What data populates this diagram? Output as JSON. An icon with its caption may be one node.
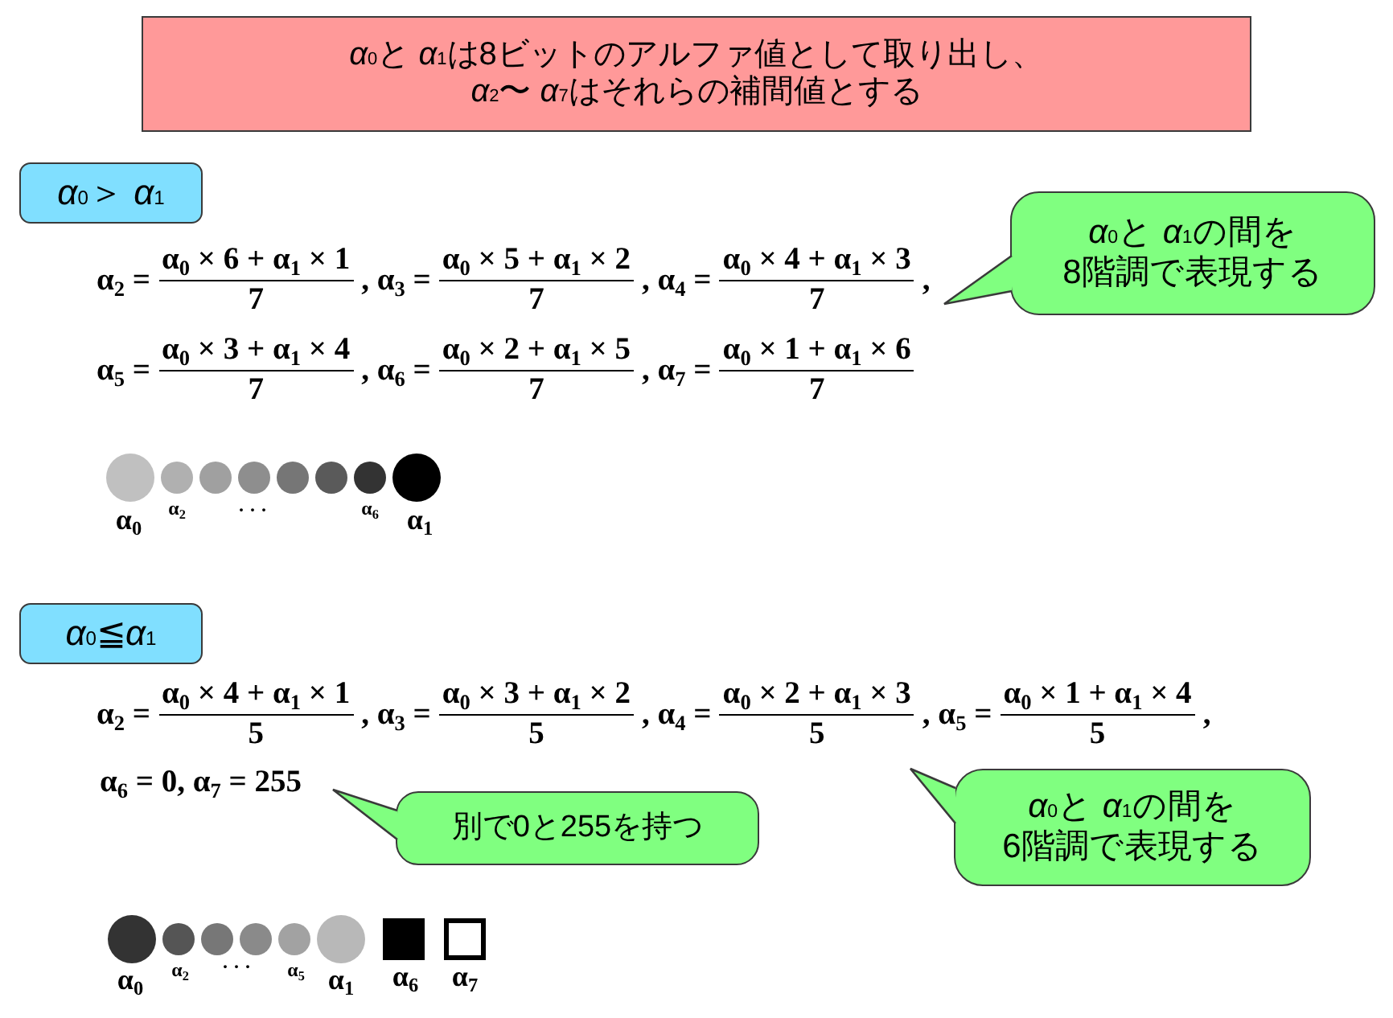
{
  "diagram": {
    "nodes": [
      {
        "text": [
          "*α*$_{0}$と *α*$_{1}$は8ビットのアルファ値として取り出し、*α*$_{2}$〜 *α*$_{7}$はそれらの補間値とする"
        ]
      },
      {
        "text": [
          "*α*$_{0}$＞ *α*$_{1}$"
        ]
      },
      {
        "text": [
          "*α*$_{0}$と *α*$_{1}$の間を8階調で表現する"
        ]
      },
      {
        "text": [
          "*α*$_{0}$≦*α*$_{1}$"
        ]
      },
      {
        "text": [
          "別で0と255を持つ"
        ]
      },
      {
        "text": [
          "*α*$_{0}$と *α*$_{1}$の間を6階調で表現する"
        ]
      }
    ],
    "edges": [
      {
        "from": 2,
        "to": null,
        "arrow": "to"
      },
      {
        "from": 4,
        "to": null,
        "arrow": "to"
      },
      {
        "from": 5,
        "to": null,
        "arrow": "to"
      }
    ],
    "labels": [
      "α$_{2}$ =",
      "α$_{0}$ × 6 + α$_{1}$ × 1",
      "7",
      ", α$_{3}$ =",
      "α$_{0}$ × 5 + α$_{1}$ × 2",
      "7",
      ", α$_{4}$ =",
      "α$_{0}$ × 4 + α$_{1}$ × 3",
      "7",
      ",",
      "α$_{5}$ =",
      "α$_{0}$ × 3 + α$_{1}$ × 4",
      "7",
      ", α$_{6}$ =",
      "α$_{0}$ × 2 + α$_{1}$ × 5",
      "7",
      ", α$_{7}$ =",
      "α$_{0}$ × 1 + α$_{1}$ × 6",
      "7",
      "α$_{0}$",
      "α$_{2}$",
      "· · ·",
      "α$_{6}$",
      "α$_{1}$",
      "α$_{2}$ =",
      "α$_{0}$ × 4 + α$_{1}$ × 1",
      "5",
      ", α$_{3}$ =",
      "α$_{0}$ × 3 + α$_{1}$ × 2",
      "5",
      ", α$_{4}$ =",
      "α$_{0}$ × 2 + α$_{1}$ × 3",
      "5",
      ", α$_{5}$ =",
      "α$_{0}$ × 1 + α$_{1}$ × 4",
      "5",
      ",",
      "α$_{6}$ = 0, α$_{7}$ = 255",
      "α$_{0}$",
      "α$_{2}$",
      "· · ·",
      "α$_{5}$",
      "α$_{1}$",
      "α$_{6}$",
      "α$_{7}$"
    ]
  }
}
